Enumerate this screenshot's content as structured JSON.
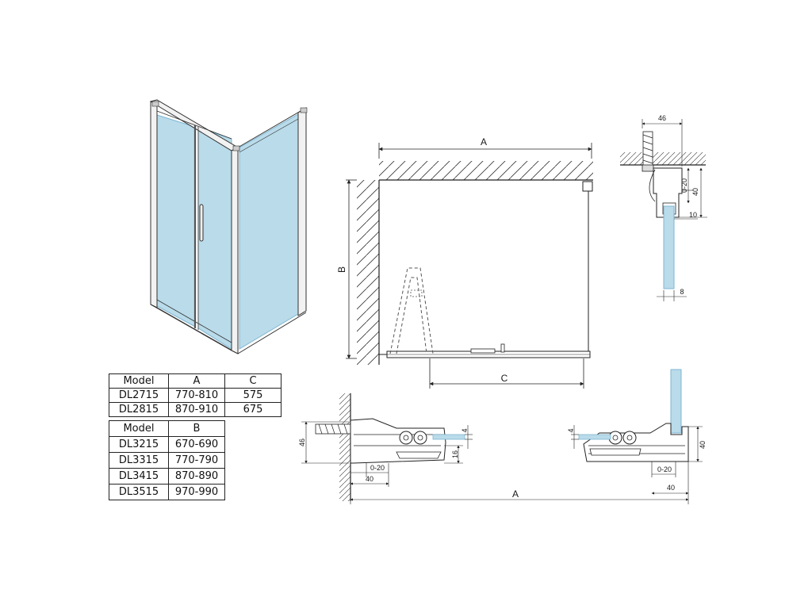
{
  "plan": {
    "dim_a": "A",
    "dim_b": "B",
    "dim_c": "C"
  },
  "top_detail": {
    "dim_46": "46",
    "dim_0_20": "0-20",
    "dim_40": "40",
    "dim_10": "10",
    "dim_8": "8"
  },
  "bottom_left_detail": {
    "dim_46": "46",
    "dim_4": "4",
    "dim_16": "16",
    "dim_0_20": "0-20",
    "dim_40": "40"
  },
  "bottom_right_detail": {
    "dim_4": "4",
    "dim_40_v": "40",
    "dim_0_20": "0-20",
    "dim_40_h": "40"
  },
  "overall": {
    "dim_a": "A"
  },
  "table_a": {
    "headers": [
      "Model",
      "A",
      "C"
    ],
    "rows": [
      [
        "DL2715",
        "770-810",
        "575"
      ],
      [
        "DL2815",
        "870-910",
        "675"
      ]
    ]
  },
  "table_b": {
    "headers": [
      "Model",
      "B"
    ],
    "rows": [
      [
        "DL3215",
        "670-690"
      ],
      [
        "DL3315",
        "770-790"
      ],
      [
        "DL3415",
        "870-890"
      ],
      [
        "DL3515",
        "970-990"
      ]
    ]
  },
  "colors": {
    "glass": "#b9dbea",
    "glass_edge": "#8fc3dc",
    "frame": "#e8e8e8",
    "line": "#222222"
  }
}
